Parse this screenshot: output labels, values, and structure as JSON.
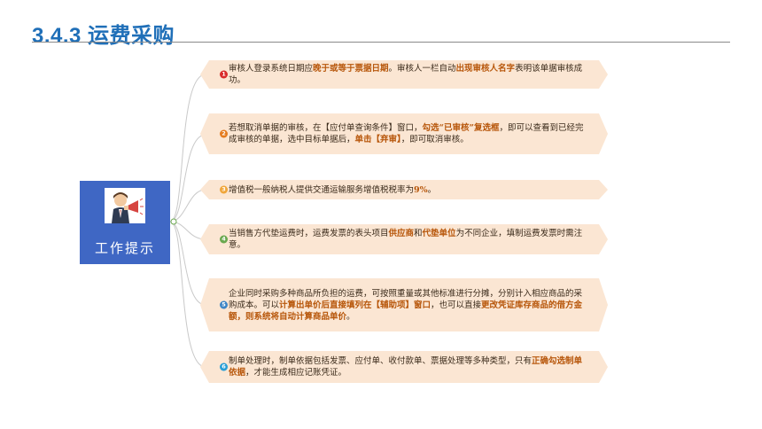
{
  "title": "3.4.3 运费采购",
  "hub_label": "工作提示",
  "colors": {
    "title": "#1f6fb8",
    "hub": "#3f67c4",
    "tip_bg": "#fbe6d3",
    "highlight": "#b7560a"
  },
  "tips": [
    {
      "num": "1",
      "color": "#d92b2b",
      "p1": "审核人登录系统日期应",
      "h1": "晚于或等于票据日期",
      "p2": "。审核人一栏自动",
      "h2": "出现审核人名字",
      "p3": "表明该单据审核成功。",
      "h3": "",
      "p4": ""
    },
    {
      "num": "2",
      "color": "#e57c1f",
      "p1": "若想取消单据的审核，在【应付单查询条件】窗口，",
      "h1": "勾选“已审核”复选框",
      "p2": "，即可以查看到已经完成审核的单据，选中目标单据后，",
      "h2": "单击【弃审】",
      "p3": "，即可取消审核。",
      "h3": "",
      "p4": ""
    },
    {
      "num": "3",
      "color": "#f0a63a",
      "p1": "增值税一般纳税人提供交通运输服务增值税税率为",
      "h1": "9%",
      "p2": "。",
      "h2": "",
      "p3": "",
      "h3": "",
      "p4": ""
    },
    {
      "num": "4",
      "color": "#6aa84f",
      "p1": "当销售方代垫运费时，运费发票的表头项目",
      "h1": "供应商",
      "p2": "和",
      "h2": "代垫单位",
      "p3": "为不同企业，填制运费发票时需注意。",
      "h3": "",
      "p4": ""
    },
    {
      "num": "5",
      "color": "#3d85c6",
      "p1": "企业同时采购多种商品所负担的运费，可按照重量或其他标准进行分摊，分别计入相应商品的采购成本。可以",
      "h1": "计算出单价后直接填列在【辅助项】窗口",
      "p2": "，也可以直接",
      "h2": "更改凭证库存商品的借方金额，则系统将自动计算商品单价",
      "p3": "。",
      "h3": "",
      "p4": ""
    },
    {
      "num": "6",
      "color": "#2a9fd6",
      "p1": "制单处理时，制单依据包括发票、应付单、收付款单、票据处理等多种类型，只有",
      "h1": "正确勾选制单依据",
      "p2": "，才能生成相应记账凭证。",
      "h2": "",
      "p3": "",
      "h3": "",
      "p4": ""
    }
  ]
}
